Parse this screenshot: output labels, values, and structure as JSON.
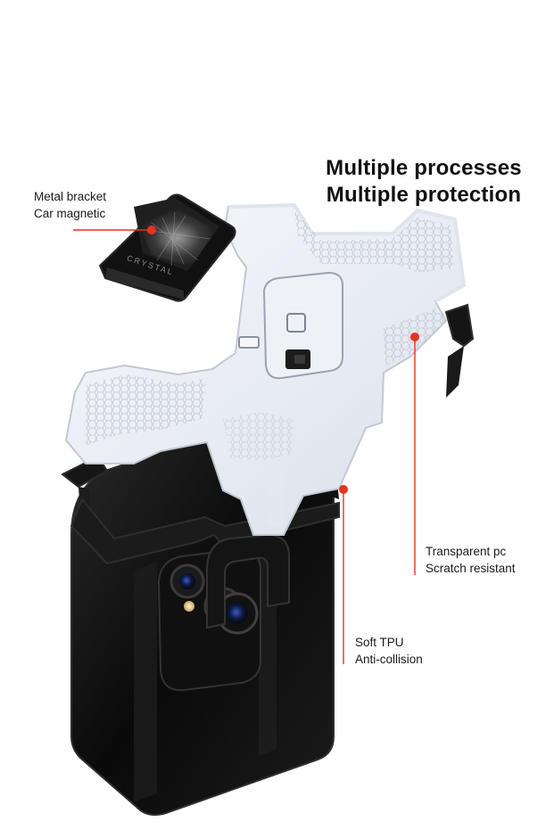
{
  "headline": {
    "line1": "Multiple processes",
    "line2": "Multiple protection"
  },
  "callouts": {
    "bracket": {
      "line1": "Metal bracket",
      "line2": "Car magnetic"
    },
    "pc": {
      "line1": "Transparent pc",
      "line2": "Scratch resistant"
    },
    "tpu": {
      "line1": "Soft TPU",
      "line2": "Anti-collision"
    }
  },
  "bracket_engraving": "CRYSTAL",
  "colors": {
    "accent": "#e8331f",
    "text": "#111111",
    "tpu_frame": "#1a1a1a",
    "phone_body": "#0c0c0c",
    "pc_shell": "#eef2f7"
  }
}
